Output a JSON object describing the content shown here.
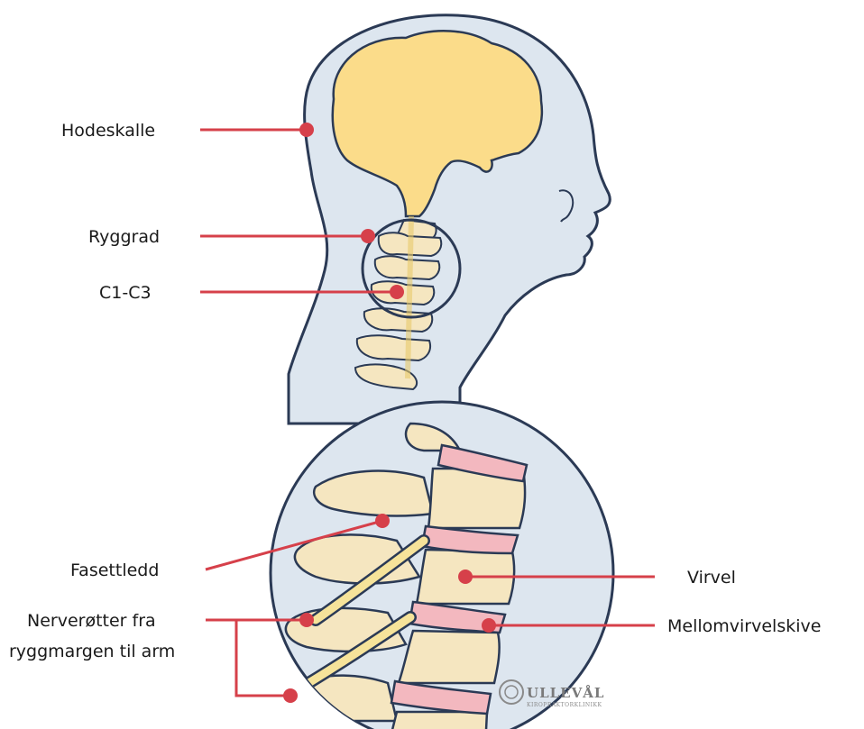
{
  "labels": {
    "skull": "Hodeskalle",
    "spine": "Ryggrad",
    "c1c3": "C1-C3",
    "facet_joint": "Fasettledd",
    "nerve_roots_line1": "Nerverøtter fra",
    "nerve_roots_line2": "ryggmargen til arm",
    "vertebra": "Virvel",
    "disc": "Mellomvirvelskive"
  },
  "logo": {
    "name": "ULLEVÅL",
    "subtitle": "KIROPRAKTORKLINIKK"
  },
  "colors": {
    "pointer": "#d6404a",
    "head_fill": "#dde6ef",
    "outline": "#2b3a55",
    "brain": "#fbdc8a",
    "bone": "#f5e6c0",
    "disc": "#f3b8bf",
    "nerve": "#f6e39a"
  }
}
